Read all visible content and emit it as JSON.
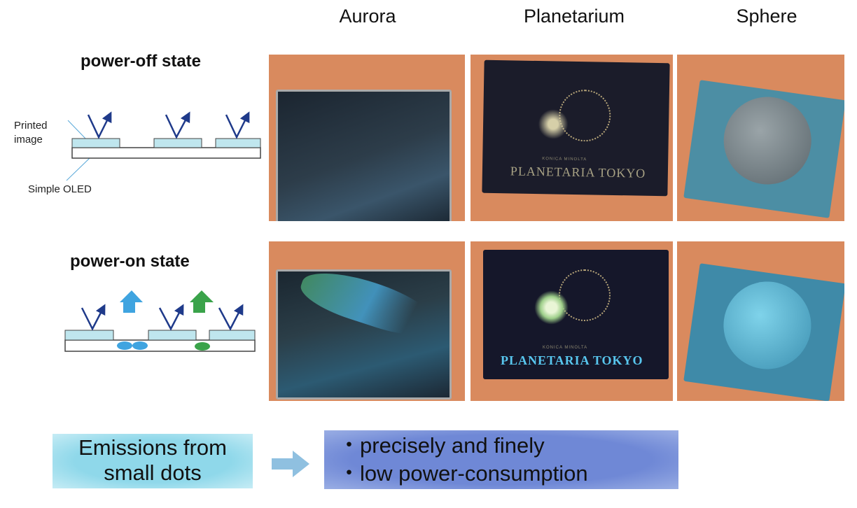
{
  "columns": [
    "Aurora",
    "Planetarium",
    "Sphere"
  ],
  "states": {
    "off": "power-off state",
    "on": "power-on state"
  },
  "diagram_labels": {
    "printed_image": "Printed\nimage",
    "printed_line1": "Printed",
    "printed_line2": "image",
    "oled": "Simple OLED"
  },
  "photo_text": {
    "brand": "KONICA MINOLTA",
    "planetarium": "PLANETARIA TOKYO"
  },
  "bottom": {
    "left_line1": "Emissions from",
    "left_line2": "small dots",
    "bullet1": "・precisely and finely",
    "bullet2": "・low power-consumption"
  },
  "colors": {
    "arrow_dark": "#1f3a8a",
    "emit_blue": "#3fa4e0",
    "emit_green": "#3aa34a",
    "box_cyan": "#8fd8ea",
    "box_blue": "#6f88d6"
  }
}
